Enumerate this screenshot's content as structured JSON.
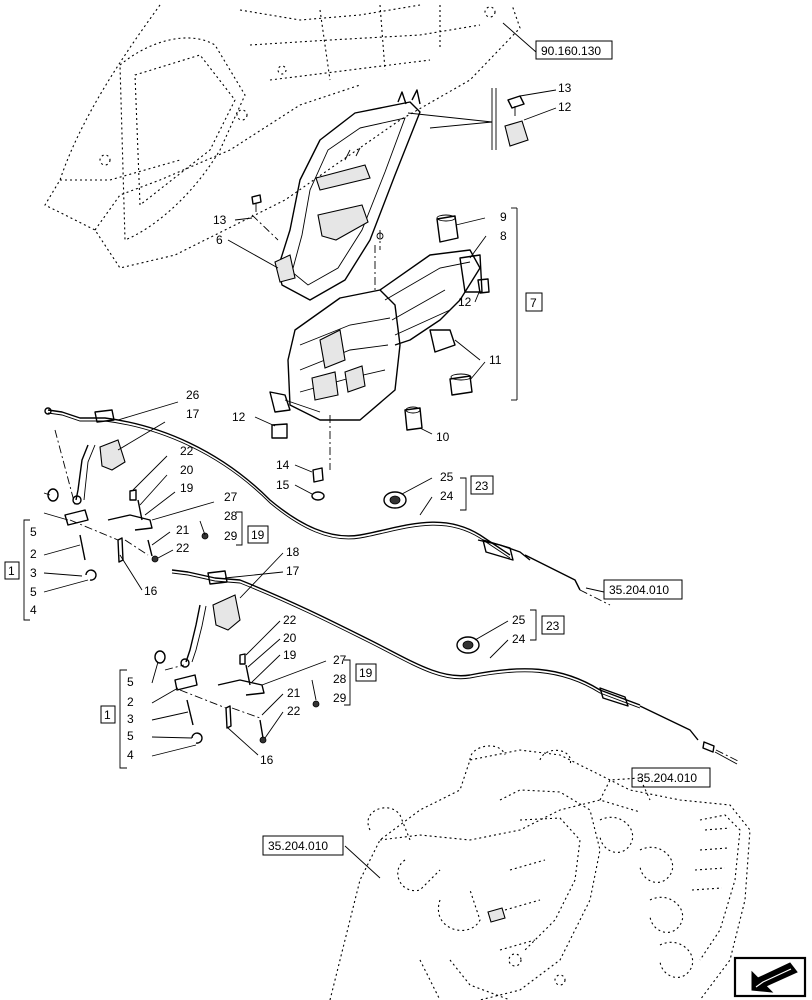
{
  "references": {
    "top_fender": "90.160.130",
    "cable_upper_end": "35.204.010",
    "cable_lower_end": "35.204.010",
    "transmission": "35.204.010"
  },
  "bracket_group": {
    "group_box": "7",
    "callouts": {
      "p13a": "13",
      "p12a": "12",
      "p13b": "13",
      "p6": "6",
      "p9": "9",
      "p8": "8",
      "p12b": "12",
      "p11": "11",
      "p12c": "12",
      "p10": "10",
      "p14": "14",
      "p15": "15"
    }
  },
  "upper_cable": {
    "group_box": "19",
    "kit_box": "23",
    "outer_group": "1",
    "callouts": {
      "p26": "26",
      "p17": "17",
      "p22a": "22",
      "p20": "20",
      "p19": "19",
      "p27": "27",
      "p28": "28",
      "p29": "29",
      "p21": "21",
      "p22b": "22",
      "p16": "16",
      "p25": "25",
      "p24": "24",
      "p5a": "5",
      "p2": "2",
      "p3": "3",
      "p5b": "5",
      "p4": "4"
    }
  },
  "lower_cable": {
    "group_box": "19",
    "kit_box": "23",
    "outer_group": "1",
    "callouts": {
      "p18": "18",
      "p17": "17",
      "p22a": "22",
      "p20": "20",
      "p19": "19",
      "p27": "27",
      "p28": "28",
      "p29": "29",
      "p21": "21",
      "p22b": "22",
      "p16": "16",
      "p25": "25",
      "p24": "24",
      "p5a": "5",
      "p2": "2",
      "p3": "3",
      "p5b": "5",
      "p4": "4"
    }
  },
  "icons": {
    "corner": "arrow-nav-icon"
  }
}
